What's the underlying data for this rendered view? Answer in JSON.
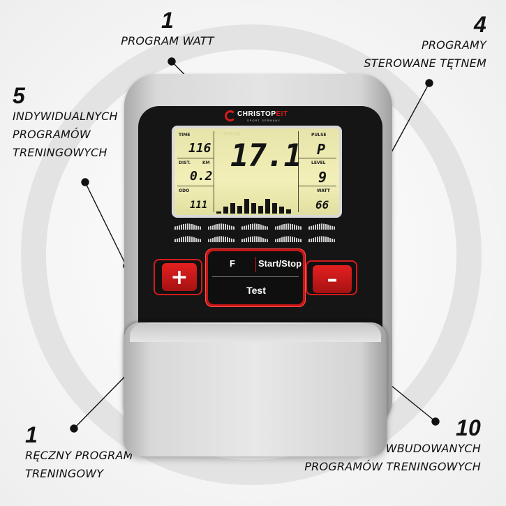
{
  "callouts": {
    "program_watt": {
      "number": "1",
      "lines": [
        "PROGRAM WATT"
      ]
    },
    "pulse_programs": {
      "number": "4",
      "lines": [
        "PROGRAMY",
        "STEROWANE TĘTNEM"
      ]
    },
    "individual_programs": {
      "number": "5",
      "lines": [
        "INDYWIDUALNYCH",
        "PROGRAMÓW",
        "TRENINGOWYCH"
      ]
    },
    "manual_program": {
      "number": "1",
      "lines": [
        "RĘCZNY PROGRAM",
        "TRENINGOWY"
      ]
    },
    "built_in_programs": {
      "number": "10",
      "lines": [
        "WBUDOWANYCH",
        "PROGRAMÓW TRENINGOWYCH"
      ]
    }
  },
  "brand": {
    "name_part1": "CHRISTOP",
    "name_part2": "EIT",
    "tagline": "SPORT GERMANY"
  },
  "display": {
    "speed_label": "SPEED",
    "speed_value": "17.1",
    "time_label": "TIME",
    "time_value": "116",
    "dist_label": "DIST.",
    "dist_unit": "KM",
    "dist_value": "0.2",
    "odo_label": "ODO",
    "odo_value": "111",
    "pulse_label": "PULSE",
    "pulse_value": "P",
    "level_label": "LEVEL",
    "level_value": "9",
    "watt_label": "WATT",
    "watt_value": "66",
    "profile_bar_heights": [
      0.1,
      0.35,
      0.55,
      0.4,
      0.75,
      0.55,
      0.4,
      0.75,
      0.55,
      0.35,
      0.2
    ]
  },
  "keys": {
    "plus": "+",
    "minus": "–",
    "f": "F",
    "start_stop": "Start/Stop",
    "test": "Test"
  },
  "colors": {
    "accent_red": "#d51b1b",
    "lcd_bg": "#f2f0b8",
    "console_black": "#151515"
  }
}
